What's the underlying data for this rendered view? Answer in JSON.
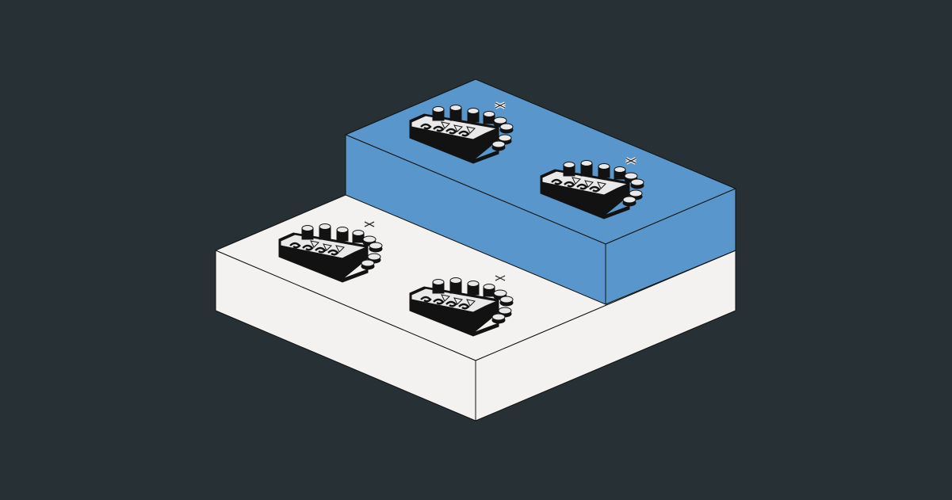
{
  "scene": {
    "colors": {
      "background": "#263035",
      "platform_lower_top": "#F3F2F0",
      "platform_lower_front_right": "#F3F2F0",
      "platform_lower_front_left": "#F3F2F0",
      "platform_upper_top": "#5896CB",
      "platform_upper_front_right": "#5896CB",
      "platform_upper_front_left": "#5896CB",
      "outline": "#121212",
      "crown_fill": "#121212",
      "crown_light": "#E9E9E9"
    },
    "platforms": [
      {
        "name": "lower-white-platform",
        "icon": "cube-step-icon"
      },
      {
        "name": "upper-blue-platform",
        "icon": "cube-step-icon"
      }
    ],
    "crowns": [
      {
        "name": "crown-upper-left",
        "icon": "crown-icon"
      },
      {
        "name": "crown-upper-right",
        "icon": "crown-icon"
      },
      {
        "name": "crown-lower-left",
        "icon": "crown-icon"
      },
      {
        "name": "crown-lower-right",
        "icon": "crown-icon"
      }
    ]
  }
}
